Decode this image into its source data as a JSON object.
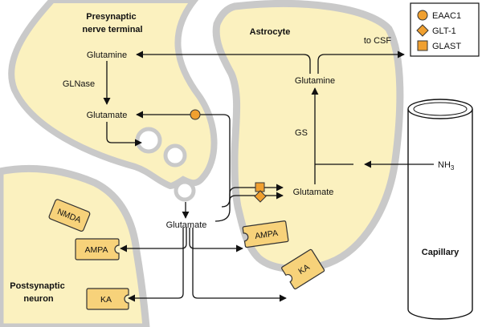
{
  "compartments": {
    "presynaptic": "Presynaptic\nnerve terminal",
    "astrocyte": "Astrocyte",
    "postsynaptic": "Postsynaptic\nneuron",
    "capillary": "Capillary"
  },
  "molecules": {
    "glutamine_pre": "Glutamine",
    "glnase": "GLNase",
    "glutamate_pre": "Glutamate",
    "glutamate_cleft": "Glutamate",
    "glutamine_astro": "Glutamine",
    "gs": "GS",
    "glutamate_astro": "Glutamate",
    "to_csf": "to CSF",
    "nh3": "NH",
    "nh3_sub": "3"
  },
  "receptors": {
    "nmda": "NMDA",
    "ampa_post": "AMPA",
    "ka_post": "KA",
    "ampa_astro": "AMPA",
    "ka_astro": "KA"
  },
  "legend": [
    {
      "shape": "circle",
      "label": "EAAC1",
      "color": "#f0a030"
    },
    {
      "shape": "diamond",
      "label": "GLT-1",
      "color": "#f0a030"
    },
    {
      "shape": "square",
      "label": "GLAST",
      "color": "#f0a030"
    }
  ],
  "colors": {
    "cell_fill": "#fbf1bf",
    "membrane": "#c9c9c9",
    "receptor_fill": "#f7d27a",
    "transporter": "#f0a030"
  }
}
